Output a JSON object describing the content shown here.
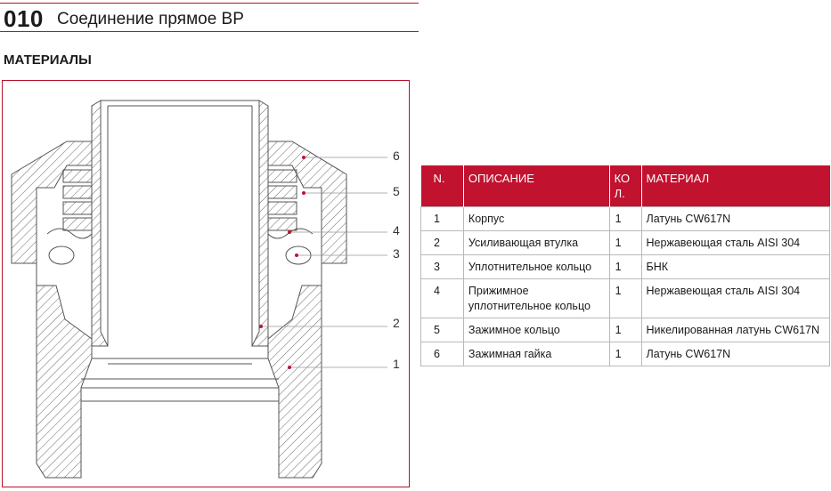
{
  "header": {
    "code": "010",
    "title": "Соединение прямое ВР"
  },
  "section_title": "МАТЕРИАЛЫ",
  "callouts": [
    "6",
    "5",
    "4",
    "3",
    "2",
    "1"
  ],
  "table": {
    "headers": [
      "N.",
      "ОПИСАНИЕ",
      "КО Л.",
      "МАТЕРИАЛ"
    ],
    "rows": [
      {
        "n": "1",
        "desc": "Корпус",
        "qty": "1",
        "material": "Латунь CW617N"
      },
      {
        "n": "2",
        "desc": "Усиливающая втулка",
        "qty": "1",
        "material": "Нержавеющая сталь AISI 304"
      },
      {
        "n": "3",
        "desc": "Уплотнительное кольцо",
        "qty": "1",
        "material": "БНК"
      },
      {
        "n": "4",
        "desc": "Прижимное уплотнительное кольцо",
        "qty": "1",
        "material": "Нержавеющая сталь AISI 304"
      },
      {
        "n": "5",
        "desc": "Зажимное кольцо",
        "qty": "1",
        "material": "Никелированная латунь CW617N"
      },
      {
        "n": "6",
        "desc": "Зажимная гайка",
        "qty": "1",
        "material": "Латунь CW617N"
      }
    ]
  },
  "colors": {
    "accent": "#c1122f",
    "rule": "#b5122b",
    "hatch": "#6a6a6a"
  }
}
